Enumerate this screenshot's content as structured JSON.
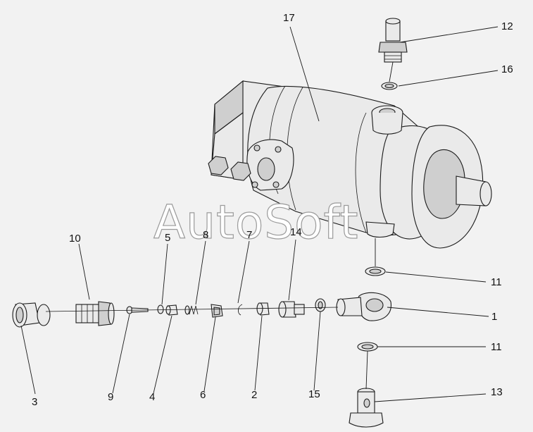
{
  "watermark": "AutoSoft",
  "labels": [
    {
      "id": "17",
      "text": "17"
    },
    {
      "id": "12",
      "text": "12"
    },
    {
      "id": "16",
      "text": "16"
    },
    {
      "id": "10",
      "text": "10"
    },
    {
      "id": "5",
      "text": "5"
    },
    {
      "id": "8",
      "text": "8"
    },
    {
      "id": "7",
      "text": "7"
    },
    {
      "id": "14",
      "text": "14"
    },
    {
      "id": "11a",
      "text": "11"
    },
    {
      "id": "1",
      "text": "1"
    },
    {
      "id": "11b",
      "text": "11"
    },
    {
      "id": "3",
      "text": "3"
    },
    {
      "id": "9",
      "text": "9"
    },
    {
      "id": "4",
      "text": "4"
    },
    {
      "id": "6",
      "text": "6"
    },
    {
      "id": "2",
      "text": "2"
    },
    {
      "id": "15",
      "text": "15"
    },
    {
      "id": "13",
      "text": "13"
    }
  ]
}
